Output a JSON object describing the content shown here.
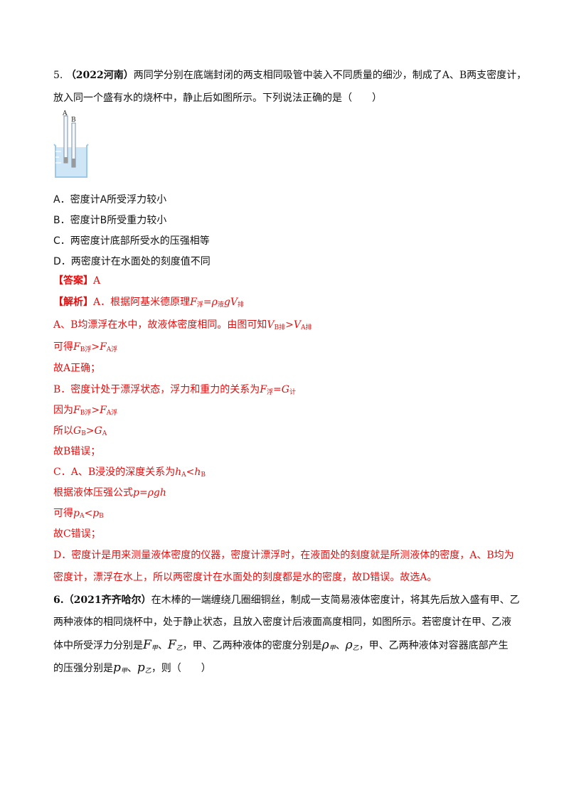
{
  "q5": {
    "number": "5.",
    "source": "（2022河南）",
    "stem_line1": "两同学分别在底端封闭的两支相同吸管中装入不同质量的细沙，制成了A、B两支密度计，",
    "stem_line2": "放入同一个盛有水的烧杯中，静止后如图所示。下列说法正确的是（　　）",
    "figure": {
      "label_a": "A",
      "label_b": "B",
      "water_color": "#cfe6f7",
      "beaker_color": "#9cc9ea"
    },
    "options": [
      "A．密度计A所受浮力较小",
      "B．密度计B所受重力较小",
      "C．两密度计底部所受水的压强相等",
      "D．两密度计在水面处的刻度值不同"
    ],
    "answer_label": "【答案】",
    "answer_value": "A",
    "analysis": {
      "l1_label": "【解析】",
      "l1_text": "A．根据阿基米德原理",
      "l2_text": "A、B均漂浮在水中，故液体密度相同。由图可知",
      "l3_prefix": "可得",
      "l4": "故A正确；",
      "l5_text": "B．密度计处于漂浮状态，浮力和重力的关系为",
      "l6_prefix": "因为",
      "l7_prefix": "所以",
      "l8": "故B错误；",
      "l9_text": "C．A、B浸没的深度关系为",
      "l10_text": "根据液体压强公式",
      "l11_prefix": "可得",
      "l12": "故C错误；",
      "l13": "D．密度计是用来测量液体密度的仪器，密度计漂浮时，在液面处的刻度就是所测液体的密度，A、B均为",
      "l14": "密度计，漂浮在水上，所以两密度计在水面处的刻度都是水的密度，故D错误。故选A。"
    },
    "sym": {
      "F": "F",
      "rho": "ρ",
      "g": "g",
      "V": "V",
      "G": "G",
      "h": "h",
      "p": "p",
      "eq": "=",
      "gt": ">",
      "lt": "<",
      "sub_fu": "浮",
      "sub_ye": "液",
      "sub_pai": "排",
      "sub_ji": "计",
      "sub_A": "A",
      "sub_B": "B",
      "sub_Bpai": "B排",
      "sub_Apai": "A排",
      "sub_Bfu": "B浮",
      "sub_Afu": "A浮",
      "formula_pgh": "p=ρgh"
    }
  },
  "q6": {
    "number": "6.",
    "source": "（2021齐齐哈尔）",
    "line1": "在木棒的一端缠绕几圈细铜丝，制成一支简易液体密度计，将其先后放入盛有甲、乙",
    "line2": "两种液体的相同烧杯中，处于静止状态，且放入密度计后液面高度相同，如图所示。若密度计在甲、乙液",
    "line3a": "体中所受浮力分别是",
    "line3b": "，甲、乙两种液体的密度分别是",
    "line3c": "，甲、乙两种液体对容器底部产生",
    "line4a": "的压强分别是",
    "line4b": "，则（　　）",
    "sub_jia": "甲",
    "sub_yi": "乙",
    "sep": "、"
  }
}
